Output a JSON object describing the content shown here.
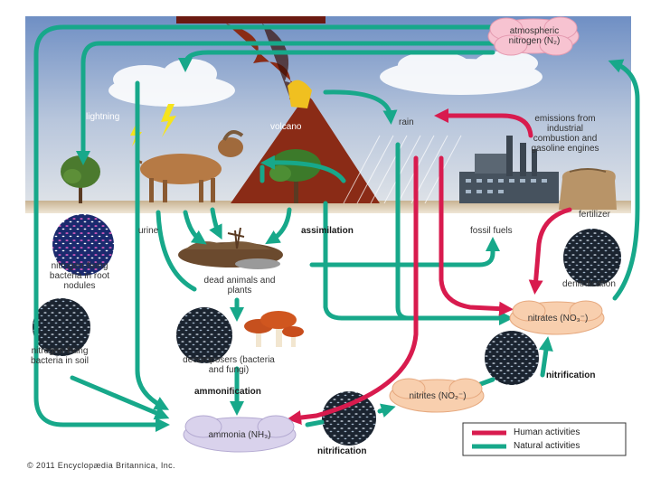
{
  "colors": {
    "human": "#d81b4e",
    "natural": "#17a88a",
    "sky_top": "#6f8fc4",
    "sky_bottom": "#d6dde6",
    "ground": "#c9b89a",
    "cloud_pink": "#f7c3d1",
    "cloud_peach": "#f8cfae"
  },
  "labels": {
    "atmospheric_nitrogen": "atmospheric nitrogen (N₂)",
    "lightning": "lightning",
    "volcano": "volcano",
    "rain": "rain",
    "emissions": "emissions from industrial combustion and gasoline engines",
    "nitrogen_fixing_root": "nitrogen-fixing bacteria in root nodules",
    "nitrogen_fixing_soil": "nitrogen-fixing bacteria in soil",
    "urine": "urine",
    "assimilation": "assimilation",
    "fossil_fuels": "fossil fuels",
    "fertilizer": "fertilizer",
    "dead_animals": "dead animals and plants",
    "decomposers": "decomposers (bacteria and fungi)",
    "ammonification": "ammonification",
    "denitrification": "denitrification",
    "nitrates": "nitrates (NO₃⁻)",
    "nitrification_upper": "nitrification",
    "nitrites": "nitrites (NO₂⁻)",
    "ammonia": "ammonia (NH₃)",
    "nitrification_lower": "nitrification"
  },
  "legend": {
    "human": "Human activities",
    "natural": "Natural activities"
  },
  "copyright": "© 2011 Encyclopædia Britannica, Inc."
}
